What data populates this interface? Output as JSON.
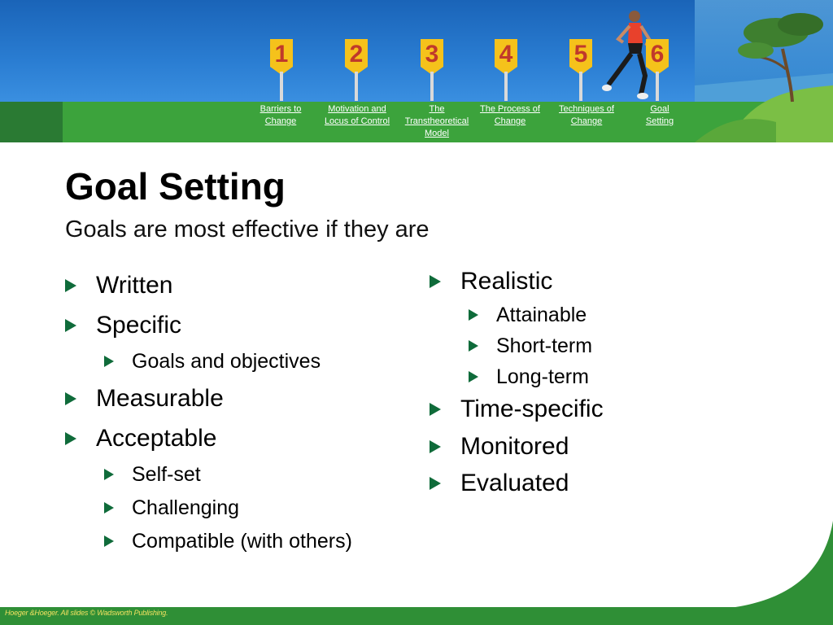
{
  "nav": {
    "items": [
      {
        "number": "1",
        "label": "Barriers to Change"
      },
      {
        "number": "2",
        "label": "Motivation and Locus of Control"
      },
      {
        "number": "3",
        "label": "The Transtheoretical Model"
      },
      {
        "number": "4",
        "label": "The Process of Change"
      },
      {
        "number": "5",
        "label": "Techniques of Change"
      },
      {
        "number": "6",
        "label": "Goal Setting"
      }
    ]
  },
  "slide": {
    "title": "Goal Setting",
    "subtitle": "Goals are most effective if they are"
  },
  "left_list": [
    {
      "text": "Written",
      "level": 1
    },
    {
      "text": "Specific",
      "level": 1
    },
    {
      "text": "Goals and objectives",
      "level": 2
    },
    {
      "text": "Measurable",
      "level": 1
    },
    {
      "text": "Acceptable",
      "level": 1
    },
    {
      "text": "Self-set",
      "level": 2
    },
    {
      "text": "Challenging",
      "level": 2
    },
    {
      "text": "Compatible (with others)",
      "level": 2
    }
  ],
  "right_list": [
    {
      "text": "Realistic",
      "level": 1
    },
    {
      "text": "Attainable",
      "level": 2
    },
    {
      "text": "Short-term",
      "level": 2
    },
    {
      "text": "Long-term",
      "level": 2
    },
    {
      "text": "Time-specific",
      "level": 1
    },
    {
      "text": "Monitored",
      "level": 1
    },
    {
      "text": "Evaluated",
      "level": 1
    }
  ],
  "footer": {
    "credit": "Hoeger &Hoeger. All slides © Wadsworth Publishing."
  },
  "colors": {
    "header_blue": "#1a64b8",
    "nav_green": "#3ca33c",
    "sign_yellow": "#f5c21b",
    "sign_number": "#c0392b",
    "bullet": "#0f6b3a"
  }
}
